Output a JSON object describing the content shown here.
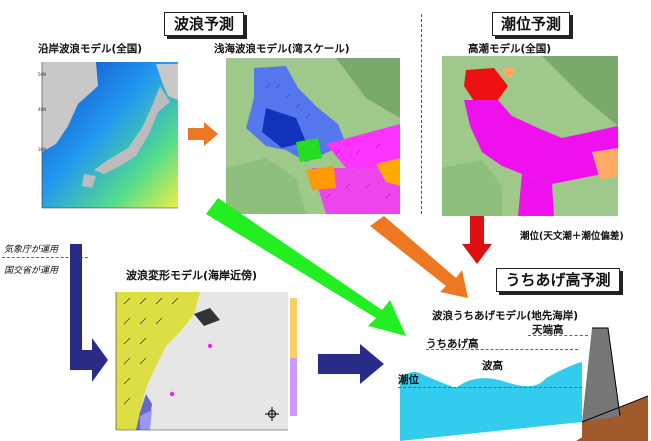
{
  "sections": {
    "wave": {
      "title": "波浪予測"
    },
    "tide": {
      "title": "潮位予測"
    },
    "runup": {
      "title": "うちあげ高予測"
    }
  },
  "models": {
    "coastal_wave": "沿岸波浪モデル(全国)",
    "shallow_wave": "浅海波浪モデル(湾スケール)",
    "storm_tide": "高潮モデル(全国)",
    "wave_transform": "波浪変形モデル(海岸近傍)",
    "wave_runup": "波浪うちあげモデル(地先海岸)"
  },
  "notes": {
    "jma": "気象庁が運用",
    "mlit": "国交省が運用",
    "tide_formula": "潮位(天文潮＋潮位偏差)"
  },
  "runup_labels": {
    "crest_height": "天端高",
    "runup_height": "うちあげ高",
    "wave_height": "波高",
    "tide_level": "潮位"
  },
  "colors": {
    "arrow_orange": "#ee7722",
    "arrow_green": "#22ee22",
    "arrow_red": "#dd1111",
    "arrow_navy": "#2a2a88",
    "sea_cyan": "#33ccee",
    "ground_brown": "#a05a2c",
    "magenta": "#ee11ee"
  }
}
